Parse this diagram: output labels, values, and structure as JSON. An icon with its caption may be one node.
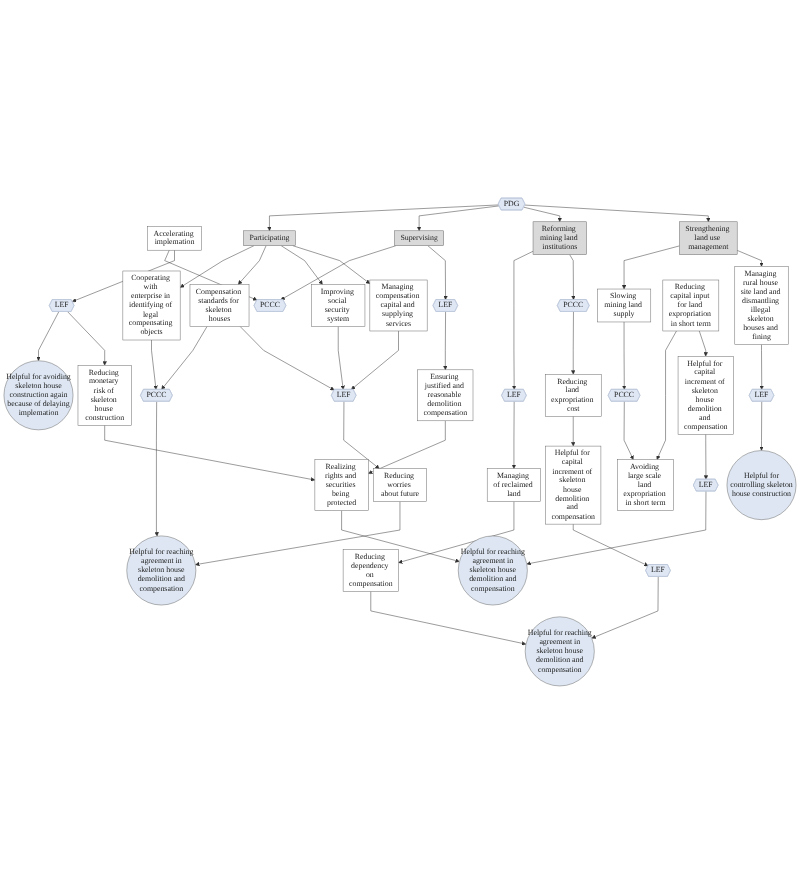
{
  "diagram": {
    "nodes": [
      {
        "text": [
          "Helpful for reaching agreement in skeleton house demolition and compensation"
        ]
      },
      {
        "text": [
          "Reducing worries about future"
        ]
      },
      {
        "text": [
          "PCCC"
        ]
      },
      {
        "text": [
          "LEF"
        ]
      },
      {
        "text": [
          "Helpful for avoiding skeleton house construction again because of delaying implemation"
        ]
      },
      {
        "text": [
          "Cooperating with enterprise in identifying of legal compensating objects"
        ]
      },
      {
        "text": [
          "Compensation standards for skeleton houses"
        ]
      },
      {
        "text": [
          "Improving social security system"
        ]
      },
      {
        "text": [
          "Managing compensation capital and supplying services"
        ]
      },
      {
        "text": [
          "LEF"
        ]
      },
      {
        "text": [
          "Accelerating implemation"
        ]
      },
      {
        "text": [
          "PCCC"
        ]
      },
      {
        "text": [
          "Participating"
        ]
      },
      {
        "text": [
          "LEF"
        ]
      },
      {
        "text": [
          "Supervising"
        ]
      },
      {
        "text": [
          "PDG"
        ]
      },
      {
        "text": [
          "Reforming mining land institutions"
        ]
      },
      {
        "text": [
          "LEF"
        ]
      },
      {
        "text": [
          "Managing of reclaimed land"
        ]
      },
      {
        "text": [
          "Reducing monetary risk of skeleton house construction"
        ]
      },
      {
        "text": [
          "Ensuring justified and reasonable demolition compensation"
        ]
      },
      {
        "text": [
          "Strengthening land use management"
        ]
      },
      {
        "text": [
          "PCCC"
        ]
      },
      {
        "text": [
          "Reducing land expropriation cost"
        ]
      },
      {
        "text": [
          "Reducing dependency on compensation"
        ]
      },
      {
        "text": [
          "Slowing mining land supply"
        ]
      },
      {
        "text": [
          "Managing rural house site land and dismantling illegal skeleton houses and fining"
        ]
      },
      {
        "text": [
          "Realizing rights and securities being protected"
        ]
      },
      {
        "text": [
          "PCCC"
        ]
      },
      {
        "text": [
          "Helpful for capital increment of skeleton house demolition and compensation"
        ]
      },
      {
        "text": [
          "Avoiding large scale land expropriation in short term"
        ]
      },
      {
        "text": [
          "Reducing capital input for land expropriation in short term"
        ]
      },
      {
        "text": [
          "LEF"
        ]
      },
      {
        "text": [
          "Helpful for reaching agreement in skeleton house demolition and compensation"
        ]
      },
      {
        "text": [
          "LEF"
        ]
      },
      {
        "text": [
          "Helpful for reaching agreement in skeleton house demolition and compensation"
        ]
      },
      {
        "text": [
          "Helpful for capital increment of skeleton house demolition and compensation"
        ]
      },
      {
        "text": [
          "LEF"
        ]
      },
      {
        "text": [
          "Helpful for controlling skeleton house construction"
        ]
      }
    ],
    "edges": [
      {
        "from": 2,
        "to": 0,
        "arrow": "to"
      },
      {
        "from": 5,
        "to": 2,
        "arrow": "to"
      },
      {
        "from": 6,
        "to": 2,
        "arrow": "to"
      },
      {
        "from": 6,
        "to": 3,
        "arrow": "to"
      },
      {
        "from": 7,
        "to": 3,
        "arrow": "to"
      },
      {
        "from": 8,
        "to": 3,
        "arrow": "to"
      },
      {
        "from": 3,
        "to": 1,
        "arrow": "to"
      },
      {
        "from": 1,
        "to": 0,
        "arrow": "to"
      },
      {
        "from": 12,
        "to": 5,
        "arrow": "to"
      },
      {
        "from": 12,
        "to": 6,
        "arrow": "to"
      },
      {
        "from": 12,
        "to": 7,
        "arrow": "to"
      },
      {
        "from": 12,
        "to": 8,
        "arrow": "to"
      },
      {
        "from": 15,
        "to": 12,
        "arrow": "to"
      },
      {
        "from": 15,
        "to": 14,
        "arrow": "to"
      },
      {
        "from": 15,
        "to": 16,
        "arrow": "to"
      },
      {
        "from": 15,
        "to": 21,
        "arrow": "to"
      },
      {
        "from": 14,
        "to": 11,
        "arrow": "to"
      },
      {
        "from": 10,
        "to": 11,
        "arrow": "to"
      },
      {
        "from": 10,
        "to": 9,
        "arrow": "to"
      },
      {
        "from": 9,
        "to": 4,
        "arrow": "to"
      },
      {
        "from": 9,
        "to": 19,
        "arrow": "to"
      },
      {
        "from": 14,
        "to": 13,
        "arrow": "to"
      },
      {
        "from": 13,
        "to": 20,
        "arrow": "to"
      },
      {
        "from": 19,
        "to": 27,
        "arrow": "to"
      },
      {
        "from": 20,
        "to": 27,
        "arrow": "to"
      },
      {
        "from": 27,
        "to": 35,
        "arrow": "to"
      },
      {
        "from": 16,
        "to": 17,
        "arrow": "to"
      },
      {
        "from": 17,
        "to": 18,
        "arrow": "to"
      },
      {
        "from": 18,
        "to": 24,
        "arrow": "to"
      },
      {
        "from": 24,
        "to": 33,
        "arrow": "to"
      },
      {
        "from": 16,
        "to": 22,
        "arrow": "to"
      },
      {
        "from": 22,
        "to": 23,
        "arrow": "to"
      },
      {
        "from": 23,
        "to": 29,
        "arrow": "to"
      },
      {
        "from": 29,
        "to": 32,
        "arrow": "to"
      },
      {
        "from": 32,
        "to": 33,
        "arrow": "to"
      },
      {
        "from": 21,
        "to": 25,
        "arrow": "to"
      },
      {
        "from": 21,
        "to": 26,
        "arrow": "to"
      },
      {
        "from": 25,
        "to": 28,
        "arrow": "to"
      },
      {
        "from": 28,
        "to": 30,
        "arrow": "to"
      },
      {
        "from": 31,
        "to": 30,
        "arrow": "to"
      },
      {
        "from": 31,
        "to": 36,
        "arrow": "to"
      },
      {
        "from": 36,
        "to": 37,
        "arrow": "to"
      },
      {
        "from": 37,
        "to": 35,
        "arrow": "to"
      },
      {
        "from": 26,
        "to": 34,
        "arrow": "to"
      },
      {
        "from": 34,
        "to": 38,
        "arrow": "to"
      }
    ]
  }
}
